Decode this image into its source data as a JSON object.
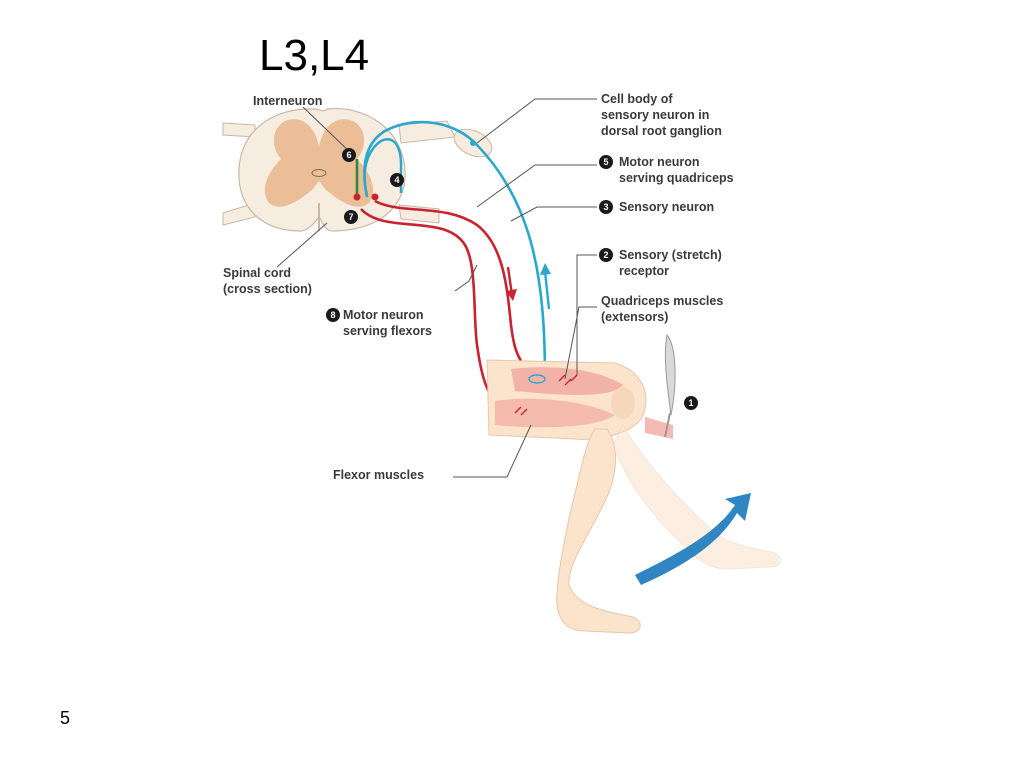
{
  "slide": {
    "title": "L3,L4",
    "page_number": "5"
  },
  "colors": {
    "sensory_neuron": "#2aa7cf",
    "motor_neuron": "#c8232e",
    "interneuron": "#2e8b3b",
    "spinal_grey_matter": "#e9b98f",
    "spinal_white_matter": "#f7ece0",
    "skin": "#fbe3cc",
    "muscle": "#f1a9a0",
    "movement_arrow": "#2f86c3",
    "leader_line": "#555555"
  },
  "diagram": {
    "icons": {
      "spinal_cord": "spinal-cord-cross-section",
      "leg": "leg-outline",
      "hammer": "reflex-hammer",
      "movement_arrow": "curved-arrow"
    },
    "labels": {
      "interneuron": "Interneuron",
      "cell_body_1": "Cell body of",
      "cell_body_2": "sensory neuron in",
      "cell_body_3": "dorsal root ganglion",
      "motor_quad_1": "Motor neuron",
      "motor_quad_2": "serving quadriceps",
      "sensory_neuron": "Sensory neuron",
      "receptor_1": "Sensory (stretch)",
      "receptor_2": "receptor",
      "quad_1": "Quadriceps muscles",
      "quad_2": "(extensors)",
      "spinal_1": "Spinal cord",
      "spinal_2": "(cross section)",
      "flexor_motor_1": "Motor neuron",
      "flexor_motor_2": "serving flexors",
      "flexor_muscles": "Flexor muscles"
    },
    "steps": {
      "s1": "1",
      "s2": "2",
      "s3": "3",
      "s4": "4",
      "s5": "5",
      "s6": "6",
      "s7": "7",
      "s8": "8"
    }
  }
}
